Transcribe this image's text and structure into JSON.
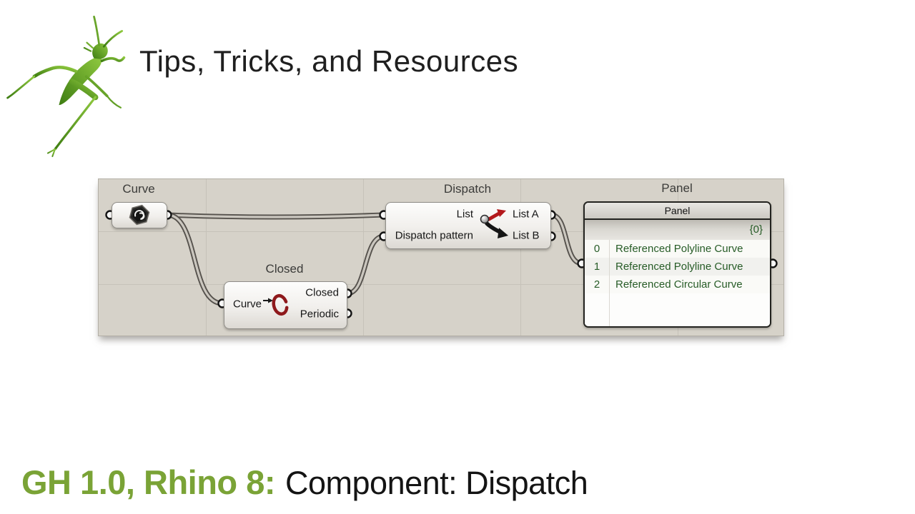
{
  "header": {
    "title": "Tips, Tricks, and Resources"
  },
  "canvas": {
    "curve": {
      "title": "Curve"
    },
    "closed": {
      "title": "Closed",
      "inputs": [
        "Curve"
      ],
      "outputs": [
        "Closed",
        "Periodic"
      ]
    },
    "dispatch": {
      "title": "Dispatch",
      "inputs": [
        "List",
        "Dispatch pattern"
      ],
      "outputs": [
        "List A",
        "List B"
      ]
    },
    "panel": {
      "title": "Panel",
      "header": "Panel",
      "branch": "{0}",
      "rows": [
        {
          "index": "0",
          "value": "Referenced Polyline Curve"
        },
        {
          "index": "1",
          "value": "Referenced Polyline Curve"
        },
        {
          "index": "2",
          "value": "Referenced Circular Curve"
        }
      ]
    }
  },
  "caption": {
    "prefix": "GH 1.0, Rhino 8:",
    "label": "Component: Dispatch"
  },
  "colors": {
    "accent_green": "#7AA336",
    "logo_green_dark": "#3E7D12",
    "logo_green_light": "#8FC93F",
    "canvas_bg": "#D6D2C9",
    "grid_line": "#C6C2B9",
    "wire": "#56524D",
    "panel_text_green": "#275C27",
    "closed_icon_red": "#8E191C",
    "dispatch_arrow_red": "#B3191C"
  }
}
